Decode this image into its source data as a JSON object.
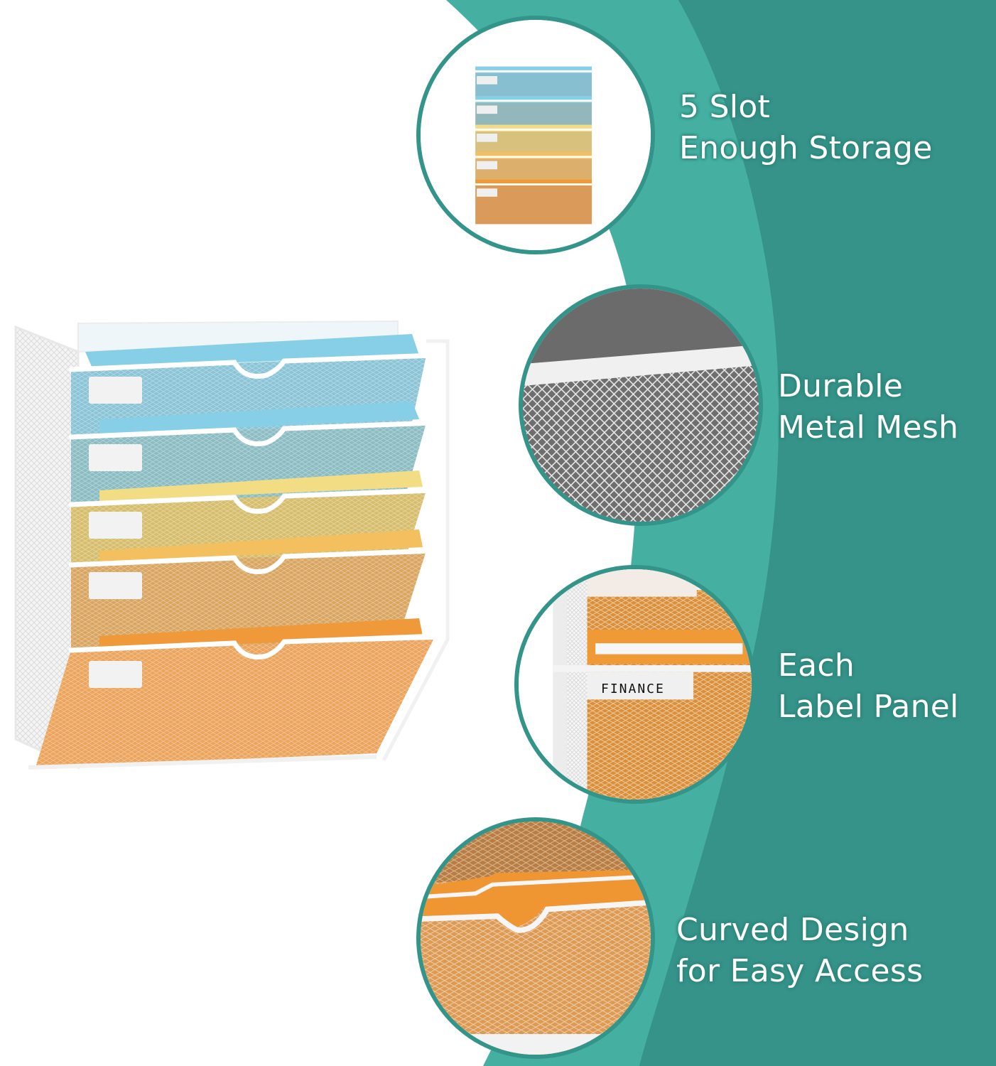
{
  "colors": {
    "teal_light": "#45b0a2",
    "teal_dark": "#36938a",
    "circle_border": "#33958a",
    "text": "#ffffff",
    "folder_blue": "#7ec4db",
    "folder_yellow": "#f0d27a",
    "folder_amber": "#f2b65a",
    "folder_orange": "#ee9a3a",
    "mesh_gray": "#6e6e6e"
  },
  "product": {
    "name": "5-tier wall-mounted metal mesh file organizer",
    "slots": 5,
    "folder_colors": [
      "blue",
      "blue",
      "yellow",
      "amber",
      "orange"
    ]
  },
  "features": [
    {
      "line1": "5 Slot",
      "line2": "Enough Storage",
      "icon": "file-organizer-thumbnail"
    },
    {
      "line1": "Durable",
      "line2": "Metal Mesh",
      "icon": "metal-mesh-closeup"
    },
    {
      "line1": "Each",
      "line2": "Label Panel",
      "icon": "label-panel-closeup",
      "label_text": "FINANCE"
    },
    {
      "line1": "Curved Design",
      "line2": "for Easy Access",
      "icon": "curved-edge-closeup"
    }
  ]
}
